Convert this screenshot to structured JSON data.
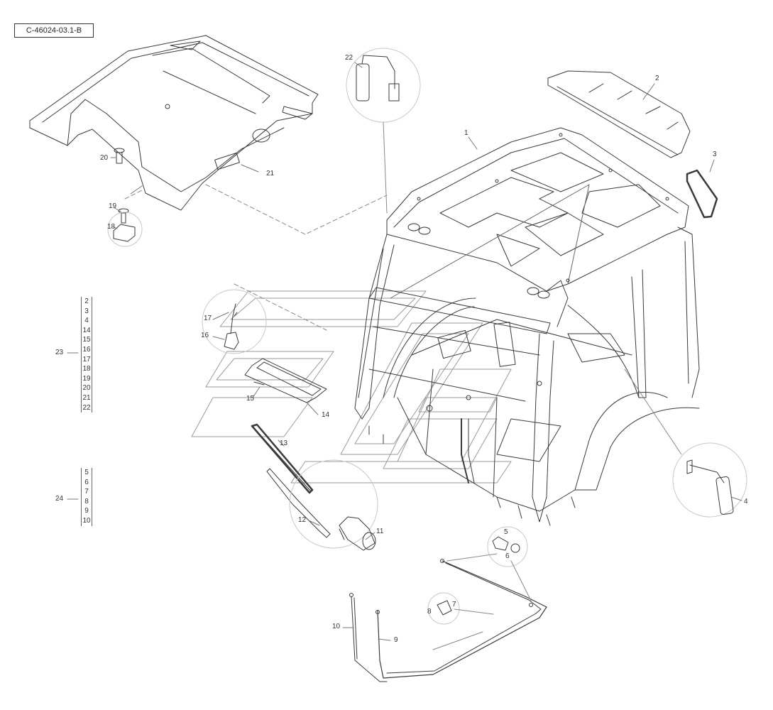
{
  "reference_code": "C-46024-03.1-B",
  "callouts": {
    "c1": "1",
    "c2": "2",
    "c3": "3",
    "c4": "4",
    "c5": "5",
    "c6": "6",
    "c7": "7",
    "c8": "8",
    "c9": "9",
    "c10": "10",
    "c11": "11",
    "c12": "12",
    "c13": "13",
    "c14": "14",
    "c15": "15",
    "c16": "16",
    "c17": "17",
    "c18": "18",
    "c19": "19",
    "c20": "20",
    "c21": "21",
    "c22": "22"
  },
  "groups": [
    {
      "id": "23",
      "items": [
        "2",
        "3",
        "4",
        "14",
        "15",
        "16",
        "17",
        "18",
        "19",
        "20",
        "21",
        "22"
      ]
    },
    {
      "id": "24",
      "items": [
        "5",
        "6",
        "7",
        "8",
        "9",
        "10"
      ]
    }
  ],
  "colors": {
    "line": "#3a3a3a",
    "watermark": "#9a9a9a",
    "detail_circle": "#c8c8c8"
  }
}
